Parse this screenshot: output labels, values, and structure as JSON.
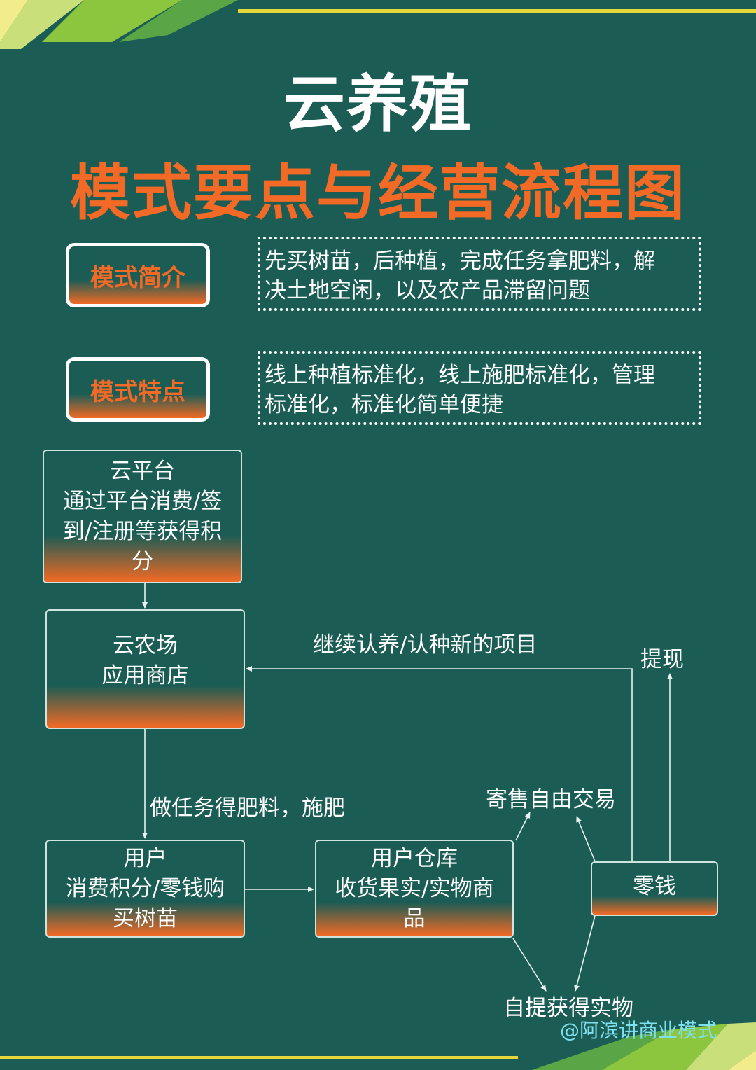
{
  "title": {
    "line1": "云养殖",
    "line2": "模式要点与经营流程图"
  },
  "intro": {
    "tag": "模式简介",
    "lines": [
      "先买树苗，后种植，完成任务拿肥料，解",
      "决土地空闲，以及农产品滞留问题"
    ]
  },
  "features": {
    "tag": "模式特点",
    "lines": [
      "线上种植标准化，线上施肥标准化，管理",
      "标准化，标准化简单便捷"
    ]
  },
  "nodes": {
    "cloud_platform": [
      "云平台",
      "通过平台消费/签",
      "到/注册等获得积",
      "分"
    ],
    "cloud_farm": [
      "云农场",
      "应用商店"
    ],
    "user": [
      "用户",
      "消费积分/零钱购",
      "买树苗"
    ],
    "warehouse": [
      "用户仓库",
      "收货果实/实物商",
      "品"
    ],
    "change": [
      "零钱"
    ]
  },
  "labels": {
    "continue": "继续认养/认种新的项目",
    "withdraw": "提现",
    "task": "做任务得肥料，施肥",
    "consign": "寄售自由交易",
    "pickup": "自提获得实物"
  },
  "watermark": "@阿滨讲商业模式",
  "colors": {
    "background": "#1b5c55",
    "accent": "#f26a25",
    "deco_green": "#8cc63f",
    "deco_yellow": "#f3ec8c",
    "line": "#cfe3df"
  }
}
